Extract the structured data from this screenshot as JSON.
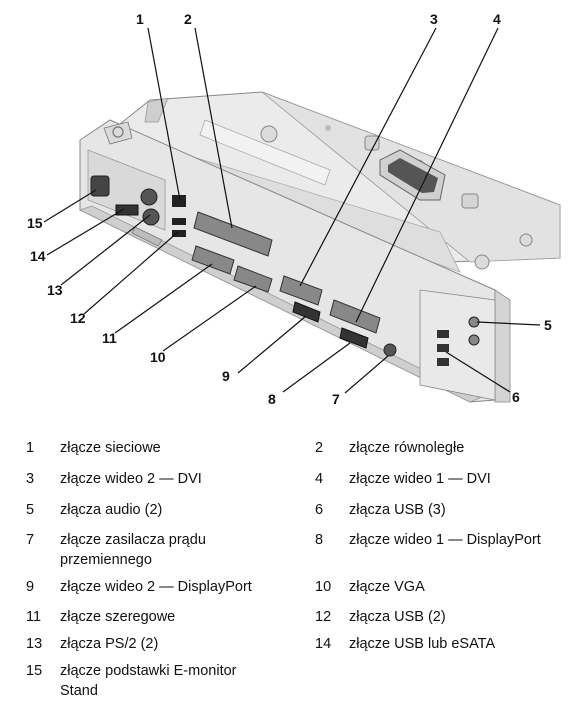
{
  "callouts": [
    "1",
    "2",
    "3",
    "4",
    "5",
    "6",
    "7",
    "8",
    "9",
    "10",
    "11",
    "12",
    "13",
    "14",
    "15"
  ],
  "legend": [
    {
      "num": "1",
      "text": "złącze sieciowe"
    },
    {
      "num": "2",
      "text": "złącze równoległe"
    },
    {
      "num": "3",
      "text": "złącze wideo 2 — DVI"
    },
    {
      "num": "4",
      "text": "złącze wideo 1 — DVI"
    },
    {
      "num": "5",
      "text": "złącza audio (2)"
    },
    {
      "num": "6",
      "text": "złącza USB (3)"
    },
    {
      "num": "7",
      "text": "złącze zasilacza prądu przemiennego"
    },
    {
      "num": "8",
      "text": "złącze wideo 1 — DisplayPort"
    },
    {
      "num": "9",
      "text": "złącze wideo 2 — DisplayPort"
    },
    {
      "num": "10",
      "text": "złącze VGA"
    },
    {
      "num": "11",
      "text": "złącze szeregowe"
    },
    {
      "num": "12",
      "text": "złącza USB (2)"
    },
    {
      "num": "13",
      "text": "złącza PS/2 (2)"
    },
    {
      "num": "14",
      "text": "złącze USB lub eSATA"
    },
    {
      "num": "15",
      "text": "złącze podstawki E-monitor Stand"
    }
  ]
}
